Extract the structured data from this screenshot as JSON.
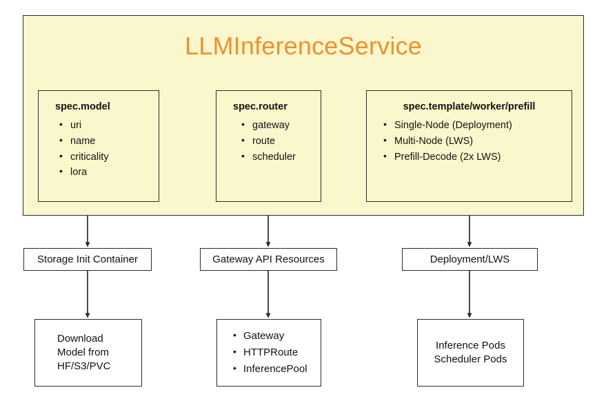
{
  "diagram": {
    "title": "LLMInferenceService",
    "title_color": "#f0902e",
    "container_fill": "#fbf7cd",
    "stroke_color": "#2a2a2a",
    "spec_boxes": [
      {
        "title": "spec.model",
        "items": [
          "uri",
          "name",
          "criticality",
          "lora"
        ]
      },
      {
        "title": "spec.router",
        "items": [
          "gateway",
          "route",
          "scheduler"
        ]
      },
      {
        "title": "spec.template/worker/prefill",
        "items": [
          "Single-Node (Deployment)",
          "Multi-Node (LWS)",
          "Prefill-Decode (2x LWS)"
        ]
      }
    ],
    "middle_boxes": [
      {
        "label": "Storage Init Container"
      },
      {
        "label": "Gateway API Resources"
      },
      {
        "label": "Deployment/LWS"
      }
    ],
    "bottom_boxes": [
      {
        "label": "Download\nModel from\nHF/S3/PVC"
      },
      {
        "items": [
          "Gateway",
          "HTTPRoute",
          "InferencePool"
        ]
      },
      {
        "label": "Inference Pods\nScheduler Pods"
      }
    ]
  }
}
